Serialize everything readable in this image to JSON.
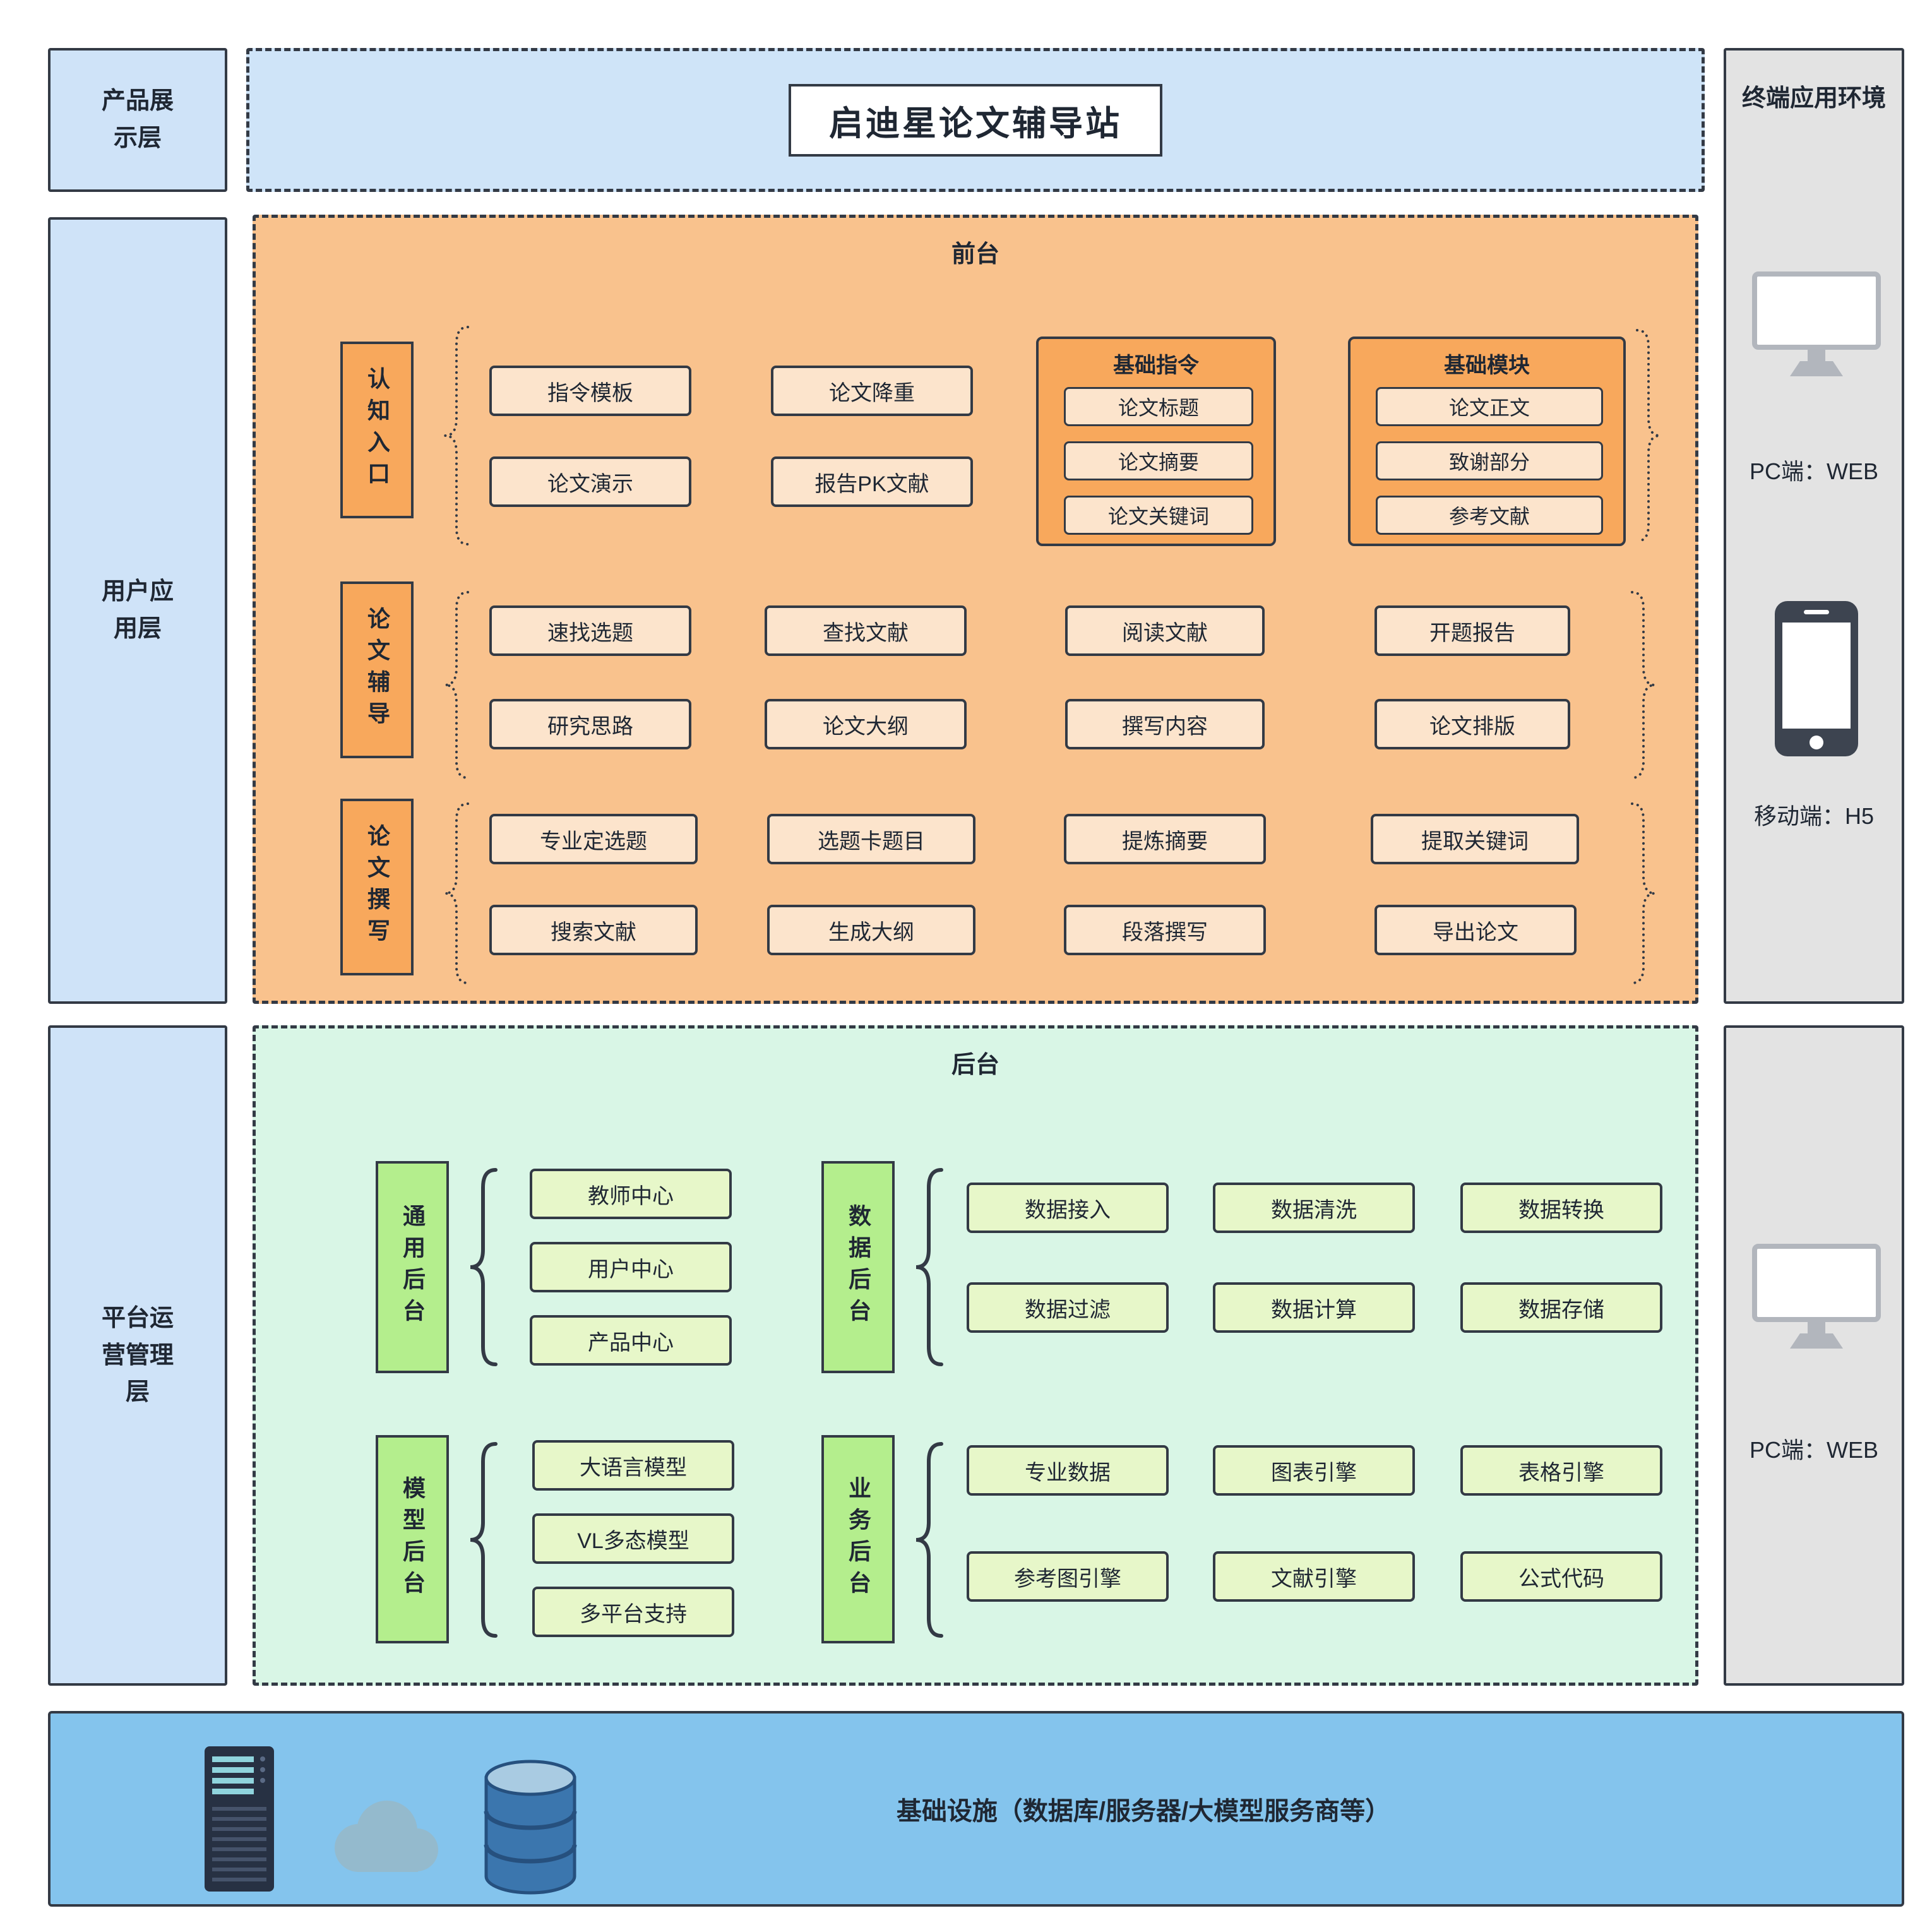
{
  "layers": {
    "product_display": "产品展\n示层",
    "user_application": "用户应\n用层",
    "platform_ops": "平台运\n营管理\n层"
  },
  "title": "启迪星论文辅导站",
  "frontend": {
    "label": "前台",
    "rows": [
      {
        "label": "认知入口",
        "items": [
          "指令模板",
          "论文演示",
          "论文降重",
          "报告PK文献"
        ]
      },
      {
        "label": "论文辅导",
        "items": [
          "速找选题",
          "研究思路",
          "查找文献",
          "论文大纲",
          "阅读文献",
          "撰写内容",
          "开题报告",
          "论文排版"
        ]
      },
      {
        "label": "论文撰写",
        "items": [
          "专业定选题",
          "搜索文献",
          "选题卡题目",
          "生成大纲",
          "提炼摘要",
          "段落撰写",
          "提取关键词",
          "导出论文"
        ]
      }
    ],
    "groups": [
      {
        "label": "基础指令",
        "items": [
          "论文标题",
          "论文摘要",
          "论文关键词"
        ]
      },
      {
        "label": "基础模块",
        "items": [
          "论文正文",
          "致谢部分",
          "参考文献"
        ]
      }
    ]
  },
  "backend": {
    "label": "后台",
    "groups": [
      {
        "label": "通用后台",
        "items": [
          "教师中心",
          "用户中心",
          "产品中心"
        ]
      },
      {
        "label": "数据后台",
        "items": [
          "数据接入",
          "数据清洗",
          "数据转换",
          "数据过滤",
          "数据计算",
          "数据存储"
        ]
      },
      {
        "label": "模型后台",
        "items": [
          "大语言模型",
          "VL多态模型",
          "多平台支持"
        ]
      },
      {
        "label": "业务后台",
        "items": [
          "专业数据",
          "图表引擎",
          "表格引擎",
          "参考图引擎",
          "文献引擎",
          "公式代码"
        ]
      }
    ]
  },
  "terminal": {
    "title": "终端应用环境",
    "pc_web": "PC端：WEB",
    "mobile_h5": "移动端：H5",
    "pc_web_bottom": "PC端：WEB"
  },
  "infrastructure": {
    "label": "基础设施（数据库/服务器/大模型服务商等）"
  },
  "icons": {
    "terminal_pc": "monitor-icon",
    "terminal_mobile": "smartphone-icon",
    "infrastructure": [
      "server-icon",
      "cloud-icon",
      "database-icon"
    ]
  },
  "colors": {
    "layer_fill": "#cfe3f8",
    "band_fill": "#cfe4f8",
    "frontend_fill": "#f9c28d",
    "frontend_item_fill": "#fce4cc",
    "frontend_group_fill": "#f8a85c",
    "backend_fill": "#d9f6e6",
    "backend_item_fill": "#e7f7c9",
    "backend_label_fill": "#b4ee8d",
    "infra_fill": "#84c4ed",
    "terminal_fill": "#e3e3e3",
    "border": "#333a45",
    "text": "#1f2733"
  }
}
